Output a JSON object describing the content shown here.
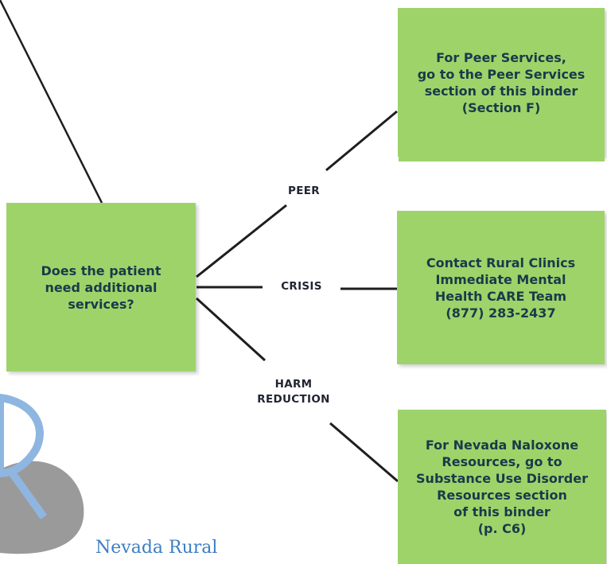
{
  "colors": {
    "box_fill": "#9ed36a",
    "box_text": "#1a3a4a",
    "line": "#1e1e1e",
    "logo_blue": "#8fb6e0",
    "logo_gray": "#9a9a9a"
  },
  "question_box": {
    "text": "Does the patient\nneed additional\nservices?"
  },
  "branches": {
    "peer": "PEER",
    "crisis": "CRISIS",
    "harm_reduction": "HARM\nREDUCTION"
  },
  "outcomes": {
    "peer": "For Peer Services,\ngo to the Peer Services\nsection of this binder\n(Section F)",
    "crisis": "Contact Rural Clinics\nImmediate Mental\nHealth CARE Team\n(877) 283-2437",
    "harm_reduction": "For Nevada Naloxone\nResources, go to\nSubstance Use Disorder\nResources section\nof this binder\n(p. C6)"
  },
  "logo": {
    "icon": "logo-letter-r-mark",
    "partial_text": "Nevada Rural"
  }
}
